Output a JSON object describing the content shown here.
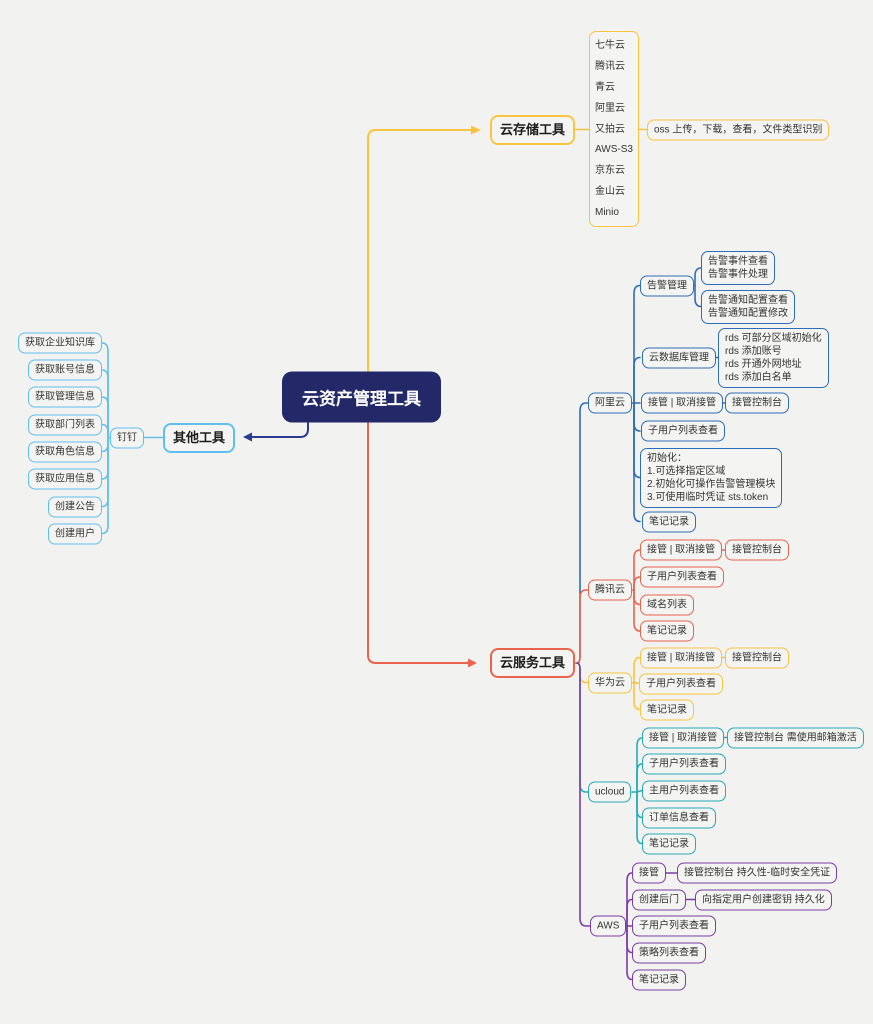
{
  "central": {
    "label": "云资产管理工具"
  },
  "colors": {
    "background": "#f2f2f0",
    "central_fill": "#232968",
    "navy_arrow": "#2b3d91",
    "yellow_branch": "#f9c440",
    "coral_branch": "#e8644e",
    "blue_branch": "#2d6db8",
    "light_blue_branch": "#5fc0f0",
    "teal_branch": "#27aab8",
    "purple_branch": "#7a3da8",
    "node_text": "#333333"
  },
  "cloud_storage": {
    "label": "云存储工具",
    "providers": [
      "七牛云",
      "腾讯云",
      "青云",
      "阿里云",
      "又拍云",
      "AWS-S3",
      "京东云",
      "金山云",
      "Minio"
    ],
    "oss_note": "oss 上传，下载，查看，文件类型识别"
  },
  "other_tools": {
    "label": "其他工具",
    "dingtalk_label": "钉钉",
    "items": [
      "获取企业知识库",
      "获取账号信息",
      "获取管理信息",
      "获取部门列表",
      "获取角色信息",
      "获取应用信息",
      "创建公告",
      "创建用户"
    ]
  },
  "cloud_service": {
    "label": "云服务工具",
    "aliyun": {
      "label": "阿里云",
      "alarm_label": "告警管理",
      "alarm_event_lines": [
        "告警事件查看",
        "告警事件处理"
      ],
      "alarm_notify_lines": [
        "告警通知配置查看",
        "告警通知配置修改"
      ],
      "rds_label": "云数据库管理",
      "rds_lines": [
        "rds 可部分区域初始化",
        "rds 添加账号",
        "rds 开通外网地址",
        "rds 添加白名单"
      ],
      "takeover_label": "接管 | 取消接管",
      "takeover_console": "接管控制台",
      "subuser_list": "子用户列表查看",
      "init_lines": [
        "初始化：",
        "1.可选择指定区域",
        "2.初始化可操作告警管理模块",
        "3.可使用临时凭证 sts.token"
      ],
      "notes": "笔记记录"
    },
    "tencent": {
      "label": "腾讯云",
      "takeover_label": "接管 | 取消接管",
      "takeover_console": "接管控制台",
      "subuser_list": "子用户列表查看",
      "domain_list": "域名列表",
      "notes": "笔记记录"
    },
    "huawei": {
      "label": "华为云",
      "takeover_label": "接管 | 取消接管",
      "takeover_console": "接管控制台",
      "subuser_list": "子用户列表查看",
      "notes": "笔记记录"
    },
    "ucloud": {
      "label": "ucloud",
      "takeover_label": "接管 | 取消接管",
      "takeover_console": "接管控制台 需使用邮箱激活",
      "subuser_list": "子用户列表查看",
      "mainuser_list": "主用户列表查看",
      "order_info": "订单信息查看",
      "notes": "笔记记录"
    },
    "aws": {
      "label": "AWS",
      "takeover_label": "接管",
      "takeover_console": "接管控制台 持久性-临时安全凭证",
      "backdoor_label": "创建后门",
      "backdoor_note": "向指定用户创建密钥 持久化",
      "subuser_list": "子用户列表查看",
      "policy_list": "策略列表查看",
      "notes": "笔记记录"
    }
  }
}
